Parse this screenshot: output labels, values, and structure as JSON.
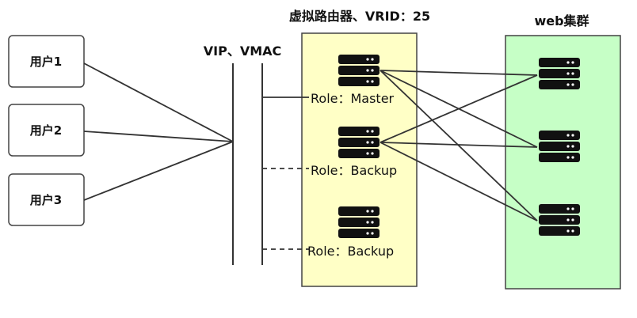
{
  "vrouter": {
    "title": "虚拟路由器、VRID：25"
  },
  "vip": {
    "label": "VIP、VMAC"
  },
  "cluster": {
    "title": "web集群"
  },
  "users": [
    {
      "label": "用户1"
    },
    {
      "label": "用户2"
    },
    {
      "label": "用户3"
    }
  ],
  "routers": [
    {
      "role": "Role：Master"
    },
    {
      "role": "Role：Backup"
    },
    {
      "role": "Role：Backup"
    }
  ],
  "icons": {
    "server": "server-stack-icon"
  },
  "colors": {
    "router_panel": "#ffffc6",
    "cluster_panel": "#c6ffc6",
    "panel_border": "#444444",
    "line": "#333333",
    "server_fill": "#111111"
  }
}
